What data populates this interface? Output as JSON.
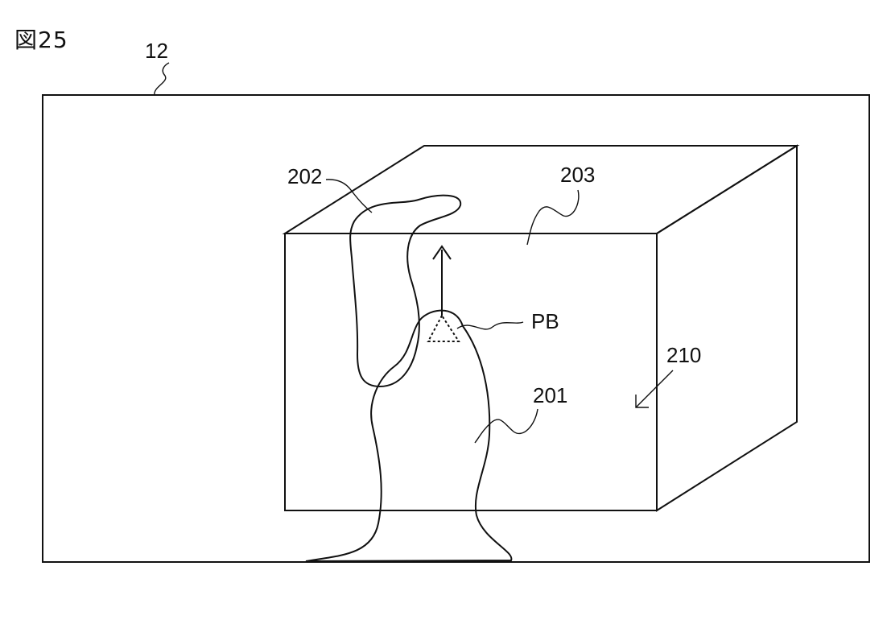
{
  "figure": {
    "title": "図25"
  },
  "labels": {
    "screen": "12",
    "object_upper": "202",
    "block": "203",
    "pointer": "PB",
    "space": "210",
    "object_lower": "201"
  }
}
